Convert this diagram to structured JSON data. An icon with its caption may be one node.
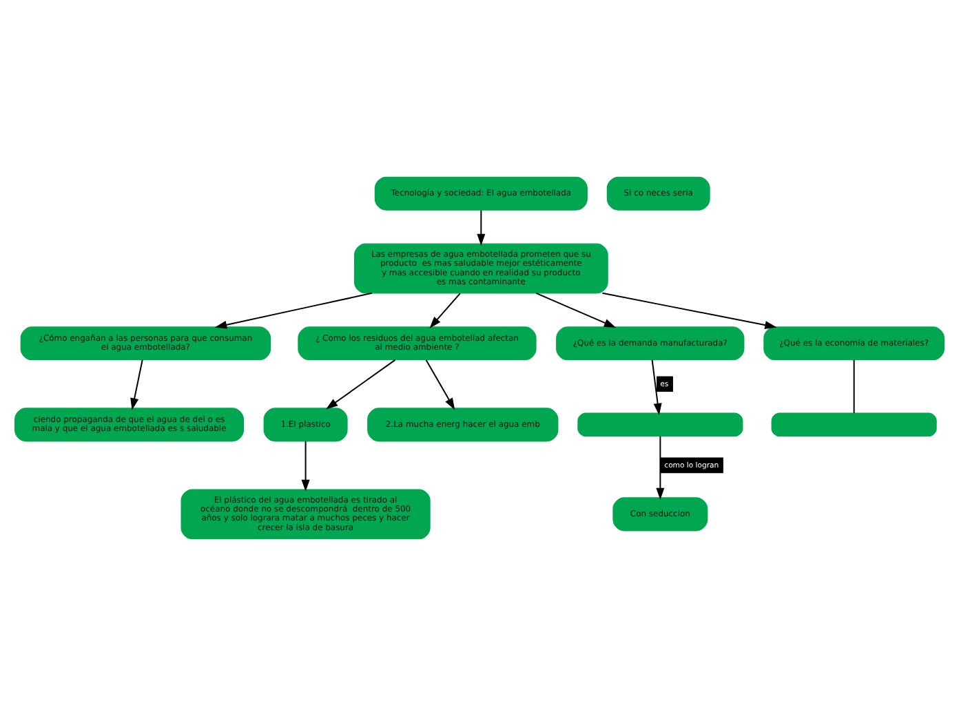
{
  "diagram": {
    "nodes": [
      {
        "text": [
          "Tecnología y sociedad: El agua embotellada"
        ]
      },
      {
        "text": [
          "Las empresas de agua embotellada prometen que su producto  es mas saludable mejor estéticamente y mas accesible cuando en realidad su producto es mas contaminante"
        ]
      },
      {
        "text": [
          "¿Cómo engañan a las personas para que consuman el agua embotellada?"
        ]
      },
      {
        "text": [
          "ciendo propaganda de que el agua de del o es mala y que el agua embotellada es s saludable"
        ]
      },
      {
        "text": [
          "¿ Como los residuos del agua embotellad afectan al medio ambiente ?"
        ]
      },
      {
        "text": [
          "1.El plastico"
        ]
      },
      {
        "text": [
          "2.La mucha energ hacer el agua emb"
        ]
      },
      {
        "text": [
          "El plástico del agua embotellada es tirado al océano donde no se descompondrá  dentro de 500 años y solo lograra matar a muchos peces y hacer crecer la isla de basura"
        ]
      },
      {
        "text": [
          "Si co neces seria"
        ]
      },
      {
        "text": [
          "¿Qué es la demanda manufacturada?"
        ]
      },
      {
        "text": [],
        "shape": "box"
      },
      {
        "text": [
          "Con seduccion"
        ]
      },
      {
        "text": [
          "¿Qué es la economía de materiales?"
        ]
      },
      {
        "text": [],
        "shape": "box"
      }
    ],
    "edges": [
      {
        "from": 0,
        "to": 1,
        "arrow": "to"
      },
      {
        "from": 1,
        "to": 2,
        "arrow": "to"
      },
      {
        "from": 2,
        "to": 3,
        "arrow": "to"
      },
      {
        "from": 1,
        "to": 4,
        "arrow": "to"
      },
      {
        "from": 4,
        "to": 5,
        "arrow": "to"
      },
      {
        "from": 4,
        "to": 6,
        "arrow": "to"
      },
      {
        "from": 5,
        "to": 7,
        "arrow": "to"
      },
      {
        "from": 1,
        "to": 9,
        "arrow": "to"
      },
      {
        "from": 1,
        "to": 12,
        "arrow": "to"
      },
      {
        "from": 9,
        "to": 10,
        "arrow": "to",
        "label": "es"
      },
      {
        "from": 10,
        "to": 11,
        "arrow": "to",
        "label": "como lo logran"
      },
      {
        "from": 12,
        "to": 13,
        "arrow": "none"
      }
    ]
  }
}
